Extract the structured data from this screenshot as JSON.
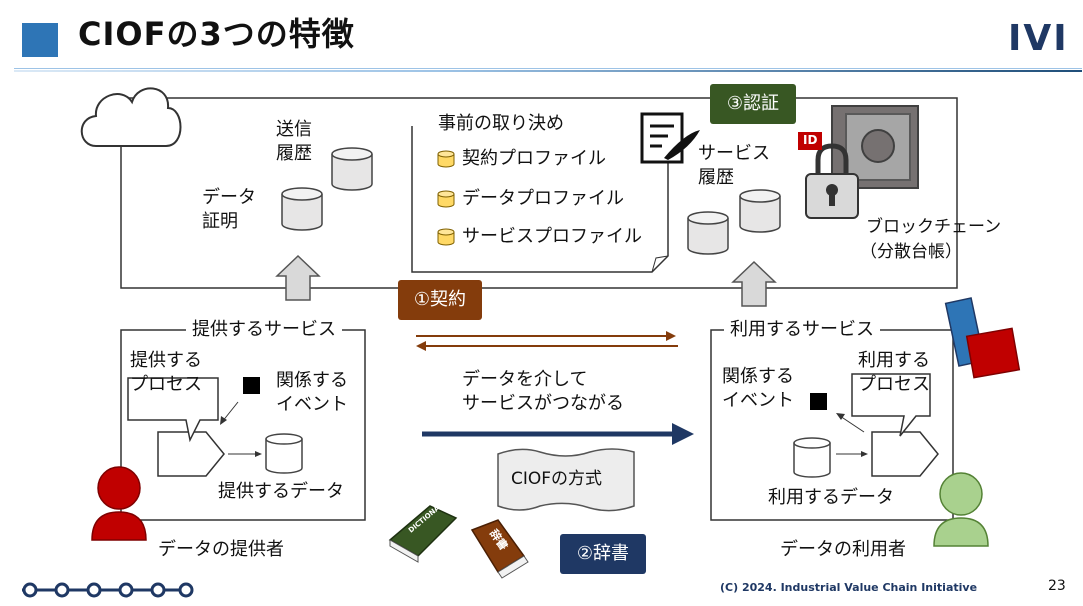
{
  "header": {
    "title": "CIOFの3つの特徴",
    "logo_text": "IVI"
  },
  "cloud_area": {
    "send_history": [
      "送信",
      "履歴"
    ],
    "data_proof": [
      "データ",
      "証明"
    ],
    "pre_agreement": {
      "title": "事前の取り決め",
      "items": [
        "契約プロファイル",
        "データプロファイル",
        "サービスプロファイル"
      ]
    },
    "service_history": [
      "サービス",
      "履歴"
    ],
    "blockchain": [
      "ブロックチェーン",
      "（分散台帳）"
    ],
    "id_badge": "ID"
  },
  "banners": {
    "contract": "①契約",
    "dictionary": "②辞書",
    "certification": "③認証"
  },
  "provider": {
    "title": "提供するサービス",
    "process": [
      "提供する",
      "プロセス"
    ],
    "event": [
      "関係する",
      "イベント"
    ],
    "data": "提供するデータ",
    "role": "データの提供者"
  },
  "consumer": {
    "title": "利用するサービス",
    "process": [
      "利用する",
      "プロセス"
    ],
    "event": [
      "関係する",
      "イベント"
    ],
    "data": "利用するデータ",
    "role": "データの利用者"
  },
  "center": {
    "connect_text": [
      "データを介して",
      "サービスがつながる"
    ],
    "method_label": "CIOFの方式"
  },
  "books": {
    "dictionary_cover": "DICTIONARY",
    "jisho_cover": "辞書"
  },
  "footer": {
    "copyright": "(C) 2024. Industrial Value Chain Initiative",
    "page_number": "23"
  },
  "colors": {
    "accent_blue": "#2e75b6",
    "brown_banner": "#843c0c",
    "green_banner": "#385723",
    "navy_banner": "#1f3864",
    "provider_person": "#c00000",
    "consumer_person": "#a9d18e",
    "cylinder_fill": "#e7e6e6",
    "db_icon_fill": "#ffd966"
  }
}
